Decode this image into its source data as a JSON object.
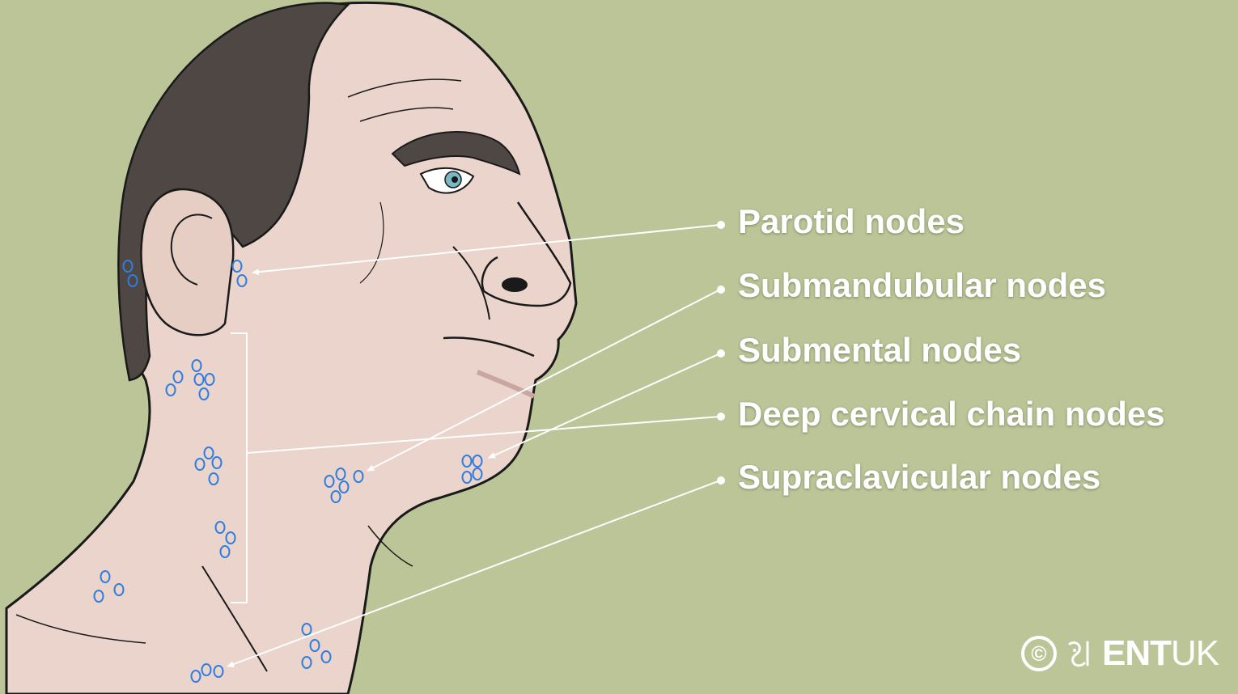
{
  "colors": {
    "background": "#bbc597",
    "skin": "#ead4cc",
    "hair": "#4e4743",
    "outline": "#1a1a1a",
    "lymph_node": "#2f7de0",
    "label_text": "#ffffff",
    "leader_line": "#ffffff"
  },
  "labels": {
    "parotid": "Parotid nodes",
    "submandibular": "Submandubular nodes",
    "submental": "Submental nodes",
    "deep_cervical": "Deep cervical chain nodes",
    "supraclavicular": "Supraclavicular nodes"
  },
  "brand": {
    "copyright": "©",
    "name_bold": "ENT",
    "name_regular": "UK",
    "icon": "entuk-logo-icon"
  }
}
